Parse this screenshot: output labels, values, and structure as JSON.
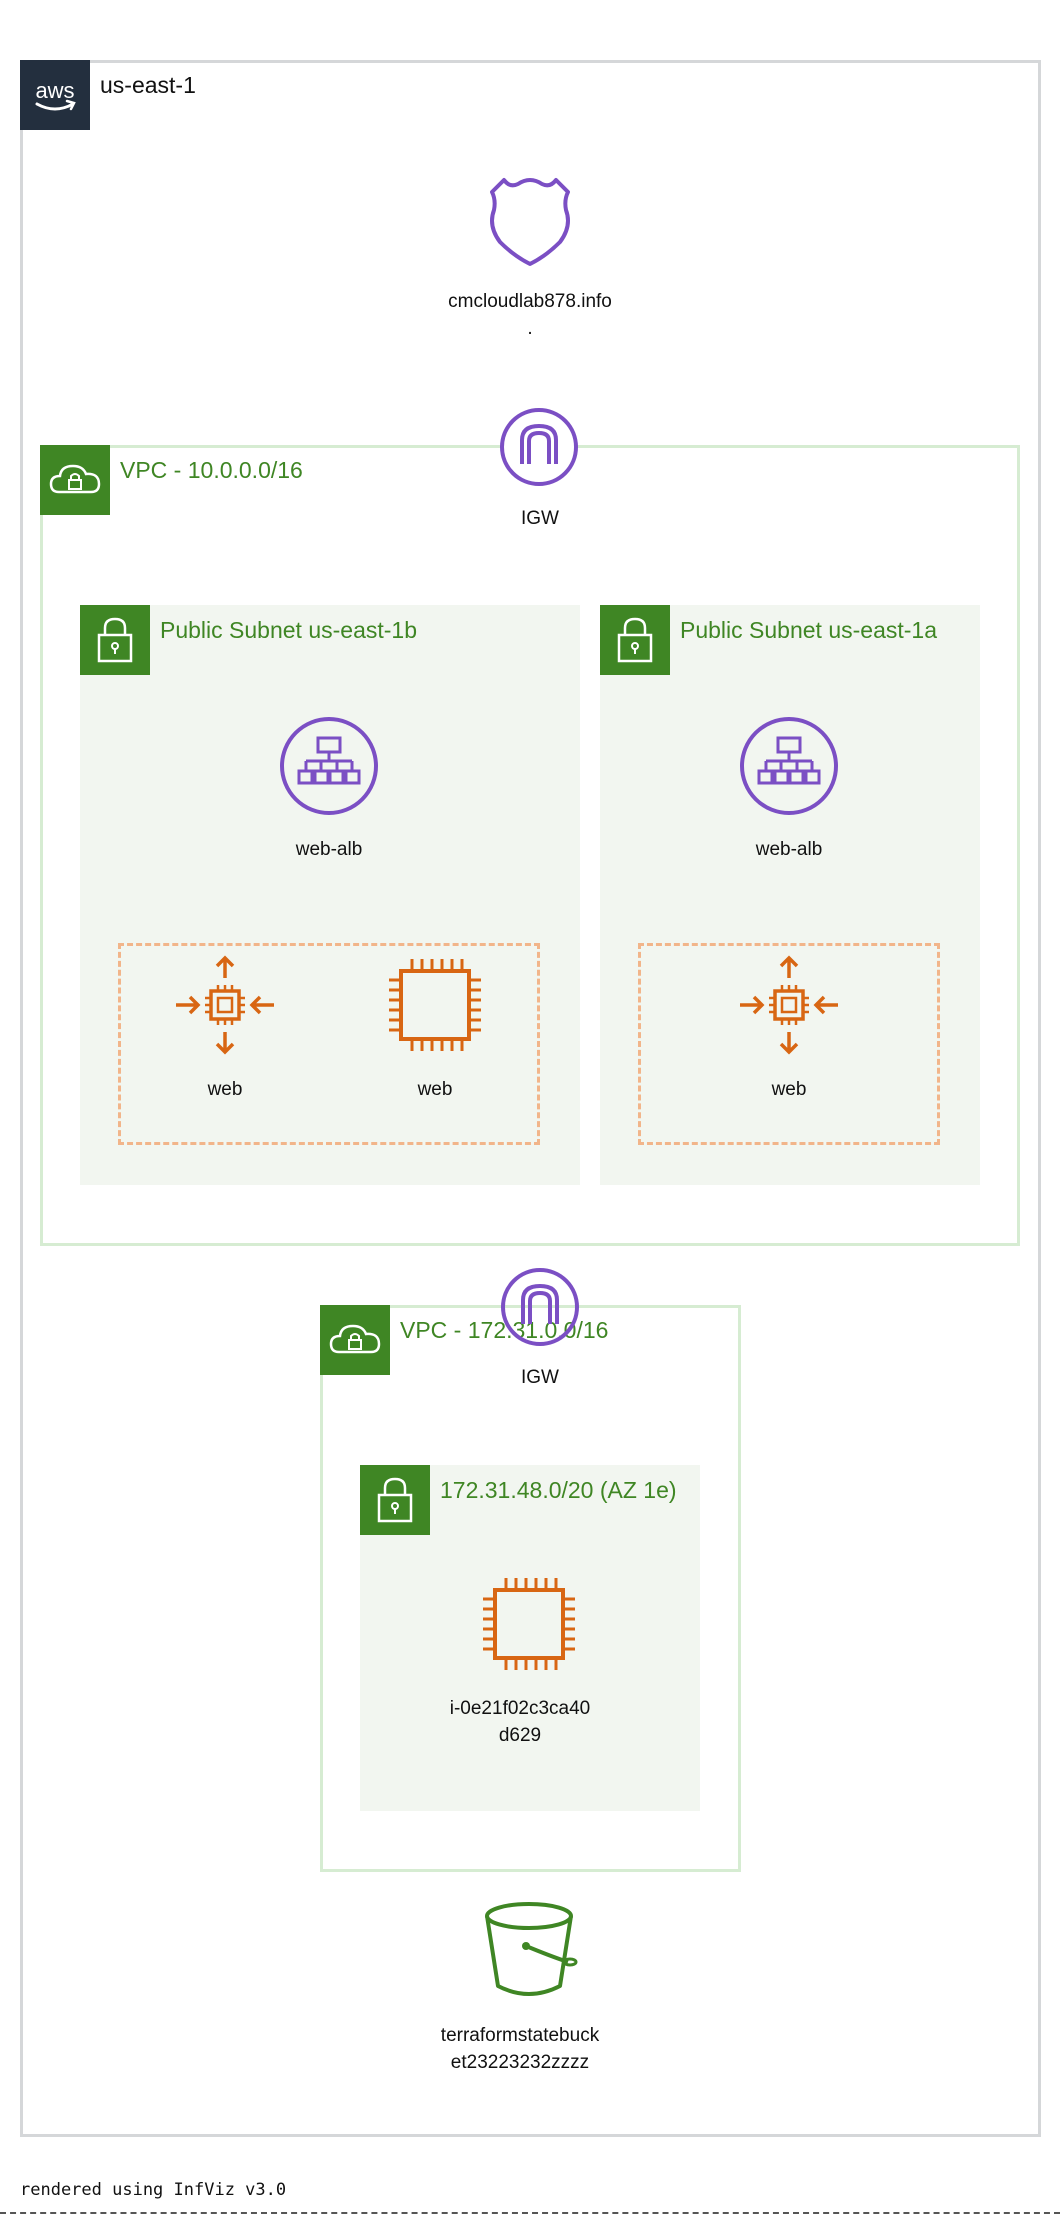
{
  "region": {
    "label": "us-east-1",
    "badge": "aws"
  },
  "dns": {
    "label_line1": "cmcloudlab878.info",
    "label_line2": ".",
    "icon": "route53-shield-icon"
  },
  "vpc1": {
    "label": "VPC - 10.0.0.0/16",
    "igw": {
      "label": "IGW",
      "icon": "internet-gateway-icon"
    },
    "subnets": [
      {
        "label": "Public Subnet us-east-1b",
        "alb": "web-alb",
        "nodes": [
          {
            "label": "web",
            "icon": "autoscaling-icon"
          },
          {
            "label": "web",
            "icon": "ec2-chip-icon"
          }
        ]
      },
      {
        "label": "Public Subnet us-east-1a",
        "alb": "web-alb",
        "nodes": [
          {
            "label": "web",
            "icon": "autoscaling-icon"
          }
        ]
      }
    ]
  },
  "vpc2": {
    "label": "VPC - 172.31.0.0/16",
    "igw": {
      "label": "IGW",
      "icon": "internet-gateway-icon"
    },
    "subnet": {
      "label": "172.31.48.0/20 (AZ 1e)",
      "instance_line1": "i-0e21f02c3ca40",
      "instance_line2": "d629"
    }
  },
  "bucket": {
    "label_line1": "terraformstatebuck",
    "label_line2": "et23223232zzzz",
    "icon": "s3-bucket-icon"
  },
  "footer": {
    "text": "rendered using InfViz v3.0"
  },
  "colors": {
    "purple": "#7b4fc4",
    "orange": "#d86613",
    "green": "#3f8624",
    "aws_dark": "#232f3e"
  }
}
